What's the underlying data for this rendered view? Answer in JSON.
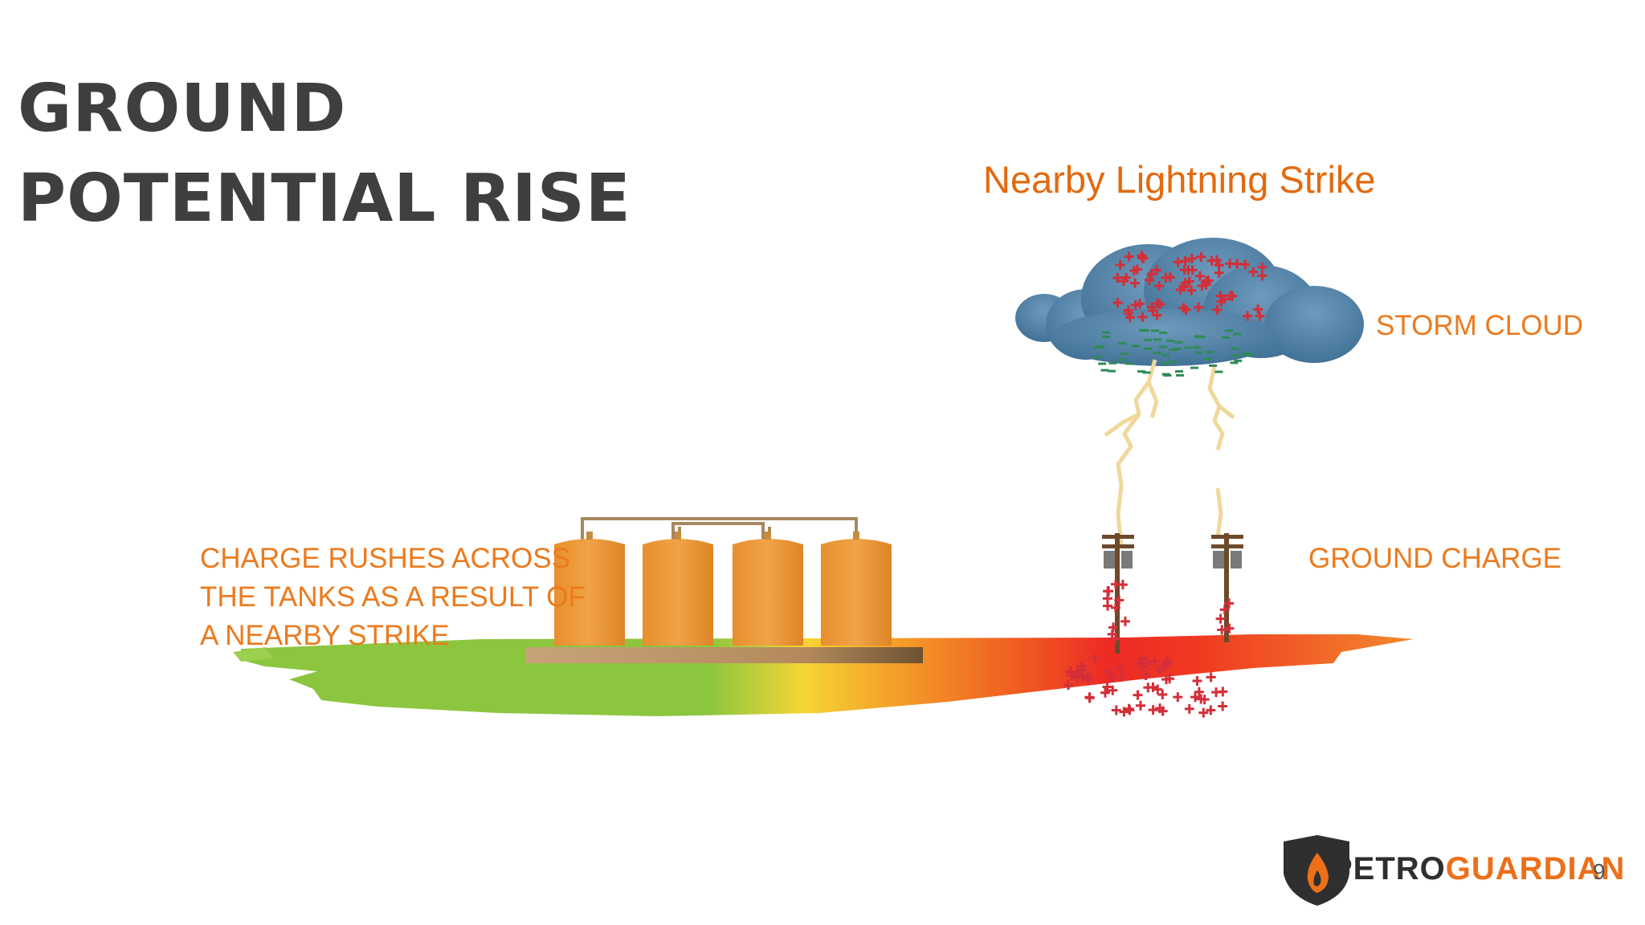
{
  "title": {
    "line1": "GROUND",
    "line2": "POTENTIAL RISE"
  },
  "subtitle": "Nearby Lightning Strike",
  "labels": {
    "storm_cloud": "STORM CLOUD",
    "ground_charge": "GROUND CHARGE",
    "charge_line1": "CHARGE RUSHES ACROSS",
    "charge_line2": "THE TANKS AS A RESULT OF",
    "charge_line3": "A NEARBY STRIKE"
  },
  "footer": {
    "logo_part1": "PETRO",
    "logo_part2": "GUARDIAN",
    "page_number": "9"
  },
  "colors": {
    "title": "#3f3f3f",
    "accent_orange": "#ec7a1d",
    "cloud_blue": "#4f7fa3",
    "positive_charge": "#d32f3a",
    "negative_charge": "#2e8b57",
    "lightning": "#f1d79a",
    "tank": "#ea9a3d",
    "ground_green": "#8cc63f",
    "ground_yellow": "#f5d535",
    "ground_red": "#ee2a24"
  },
  "icons": {
    "logo": "flame-shield-icon",
    "positive": "plus-charge-icon",
    "negative": "minus-charge-icon"
  }
}
